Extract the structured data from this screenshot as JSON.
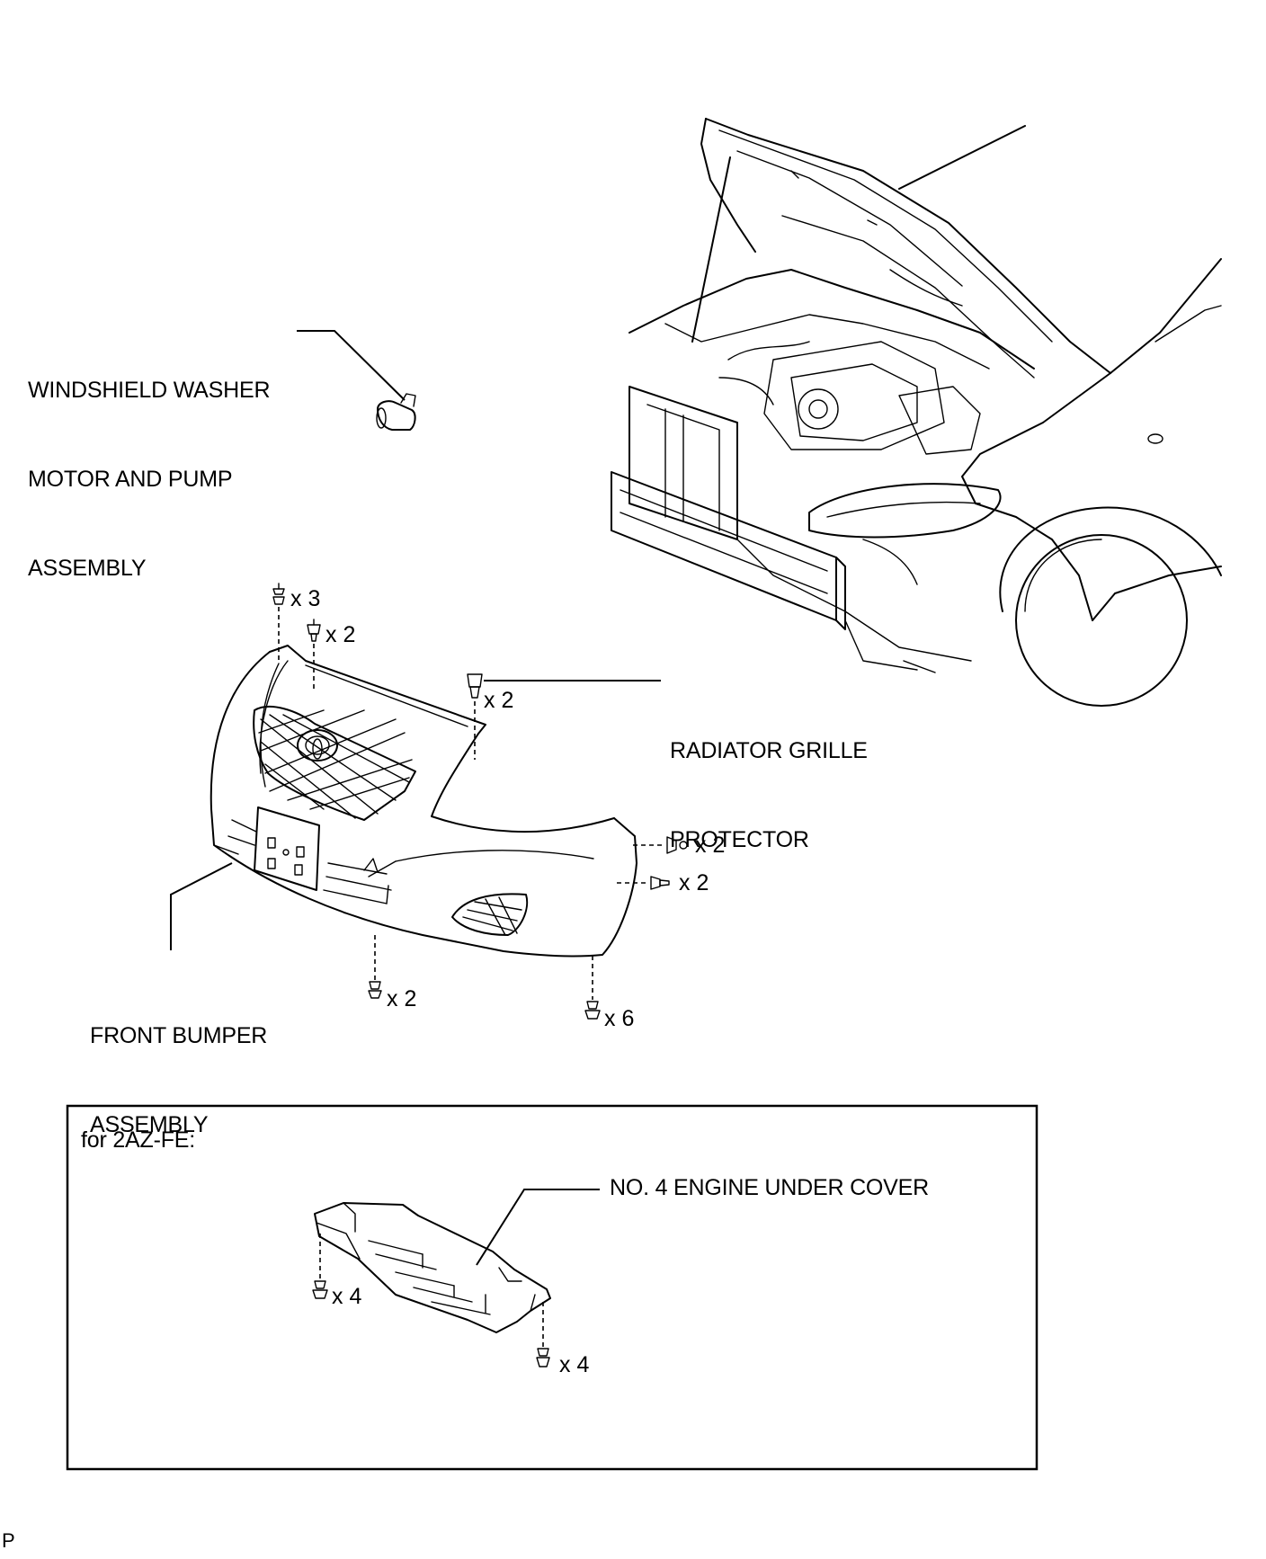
{
  "labels": {
    "washer": [
      "WINDSHIELD WASHER",
      "MOTOR AND PUMP",
      "ASSEMBLY"
    ],
    "grille_protector": [
      "RADIATOR GRILLE",
      "PROTECTOR"
    ],
    "front_bumper": [
      "FRONT BUMPER",
      "ASSEMBLY"
    ],
    "under_cover": "NO. 4 ENGINE UNDER COVER"
  },
  "inset": {
    "caption": "for 2AZ-FE:"
  },
  "quantities": {
    "clip_top_left": "x 3",
    "screw_top": "x 2",
    "grille_clip": "x 2",
    "side_clip_upper": "x 2",
    "side_screw_lower": "x 2",
    "bottom_clip": "x 2",
    "bottom_screw": "x 6",
    "cover_left": "x 4",
    "cover_right": "x 4"
  },
  "corner_mark": "P"
}
